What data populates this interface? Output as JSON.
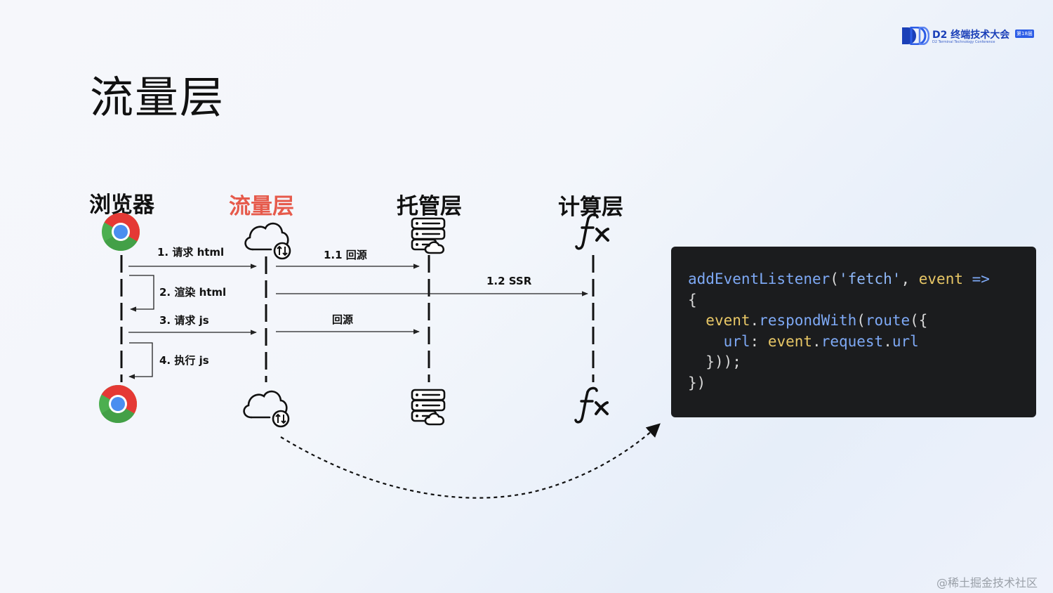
{
  "slide": {
    "title": "流量层"
  },
  "logo": {
    "name": "D2 终端技术大会",
    "badge": "第18届",
    "subtitle": "D2 Terminal Technology Conference"
  },
  "columns": [
    {
      "label": "浏览器",
      "icon": "chrome-icon"
    },
    {
      "label": "流量层",
      "icon": "cloud-sync-icon"
    },
    {
      "label": "托管层",
      "icon": "server-cloud-icon"
    },
    {
      "label": "计算层",
      "icon": "function-icon"
    }
  ],
  "messages": {
    "m1": "1. 请求 html",
    "m11": "1.1 回源",
    "m12": "1.2 SSR",
    "m2": "2. 渲染 html",
    "m3": "3. 请求 js",
    "m3b": "回源",
    "m4": "4. 执行 js"
  },
  "code": {
    "l1_fn": "addEventListener",
    "l1_p1": "(",
    "l1_str": "'fetch'",
    "l1_p2": ", ",
    "l1_var": "event",
    "l1_arrow": " =>",
    "l2": "{",
    "l3_var": "event",
    "l3_dot": ".",
    "l3_fn": "respondWith",
    "l3_p": "(",
    "l3_fn2": "route",
    "l3_end": "({",
    "l4_key": "url",
    "l4_colon": ": ",
    "l4_var": "event",
    "l4_dot1": ".",
    "l4_prop": "request",
    "l4_dot2": ".",
    "l4_prop2": "url",
    "l5": "}));",
    "l6": "})"
  },
  "watermark": "@稀土掘金技术社区",
  "colors": {
    "accent": "#e65a4b",
    "logo": "#1a3fb8",
    "code_bg": "#1b1c1e"
  }
}
